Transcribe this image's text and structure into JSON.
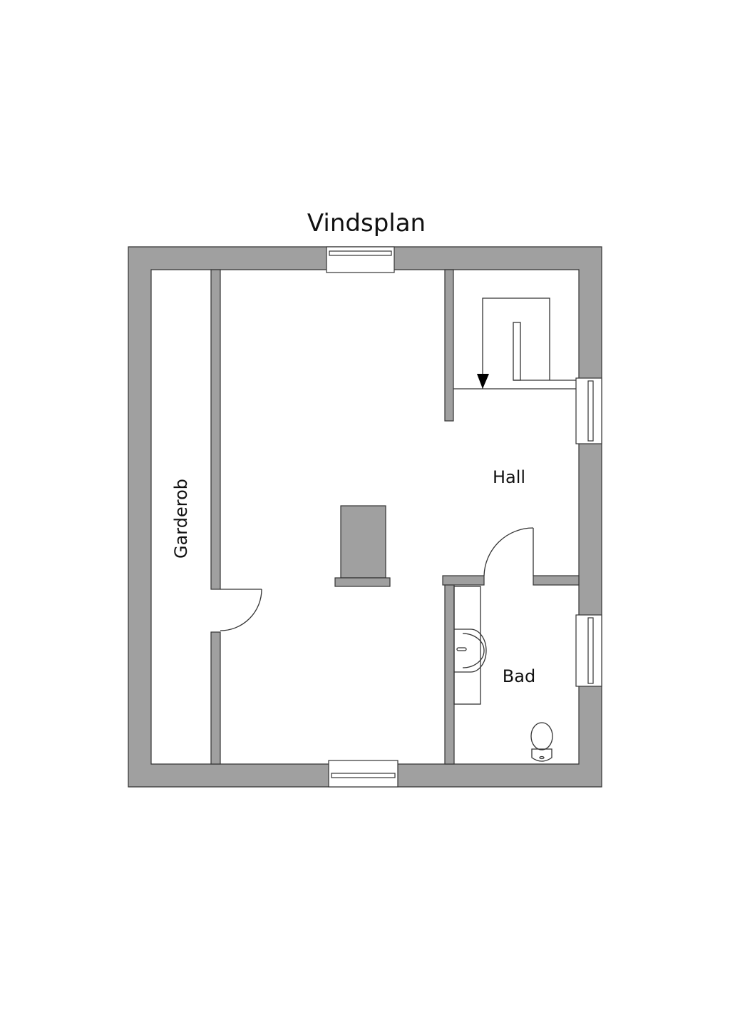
{
  "title": "Vindsplan",
  "rooms": {
    "garderob": "Garderob",
    "hall": "Hall",
    "bad": "Bad"
  },
  "colors": {
    "wall": "#a0a0a0",
    "line": "#333333"
  }
}
